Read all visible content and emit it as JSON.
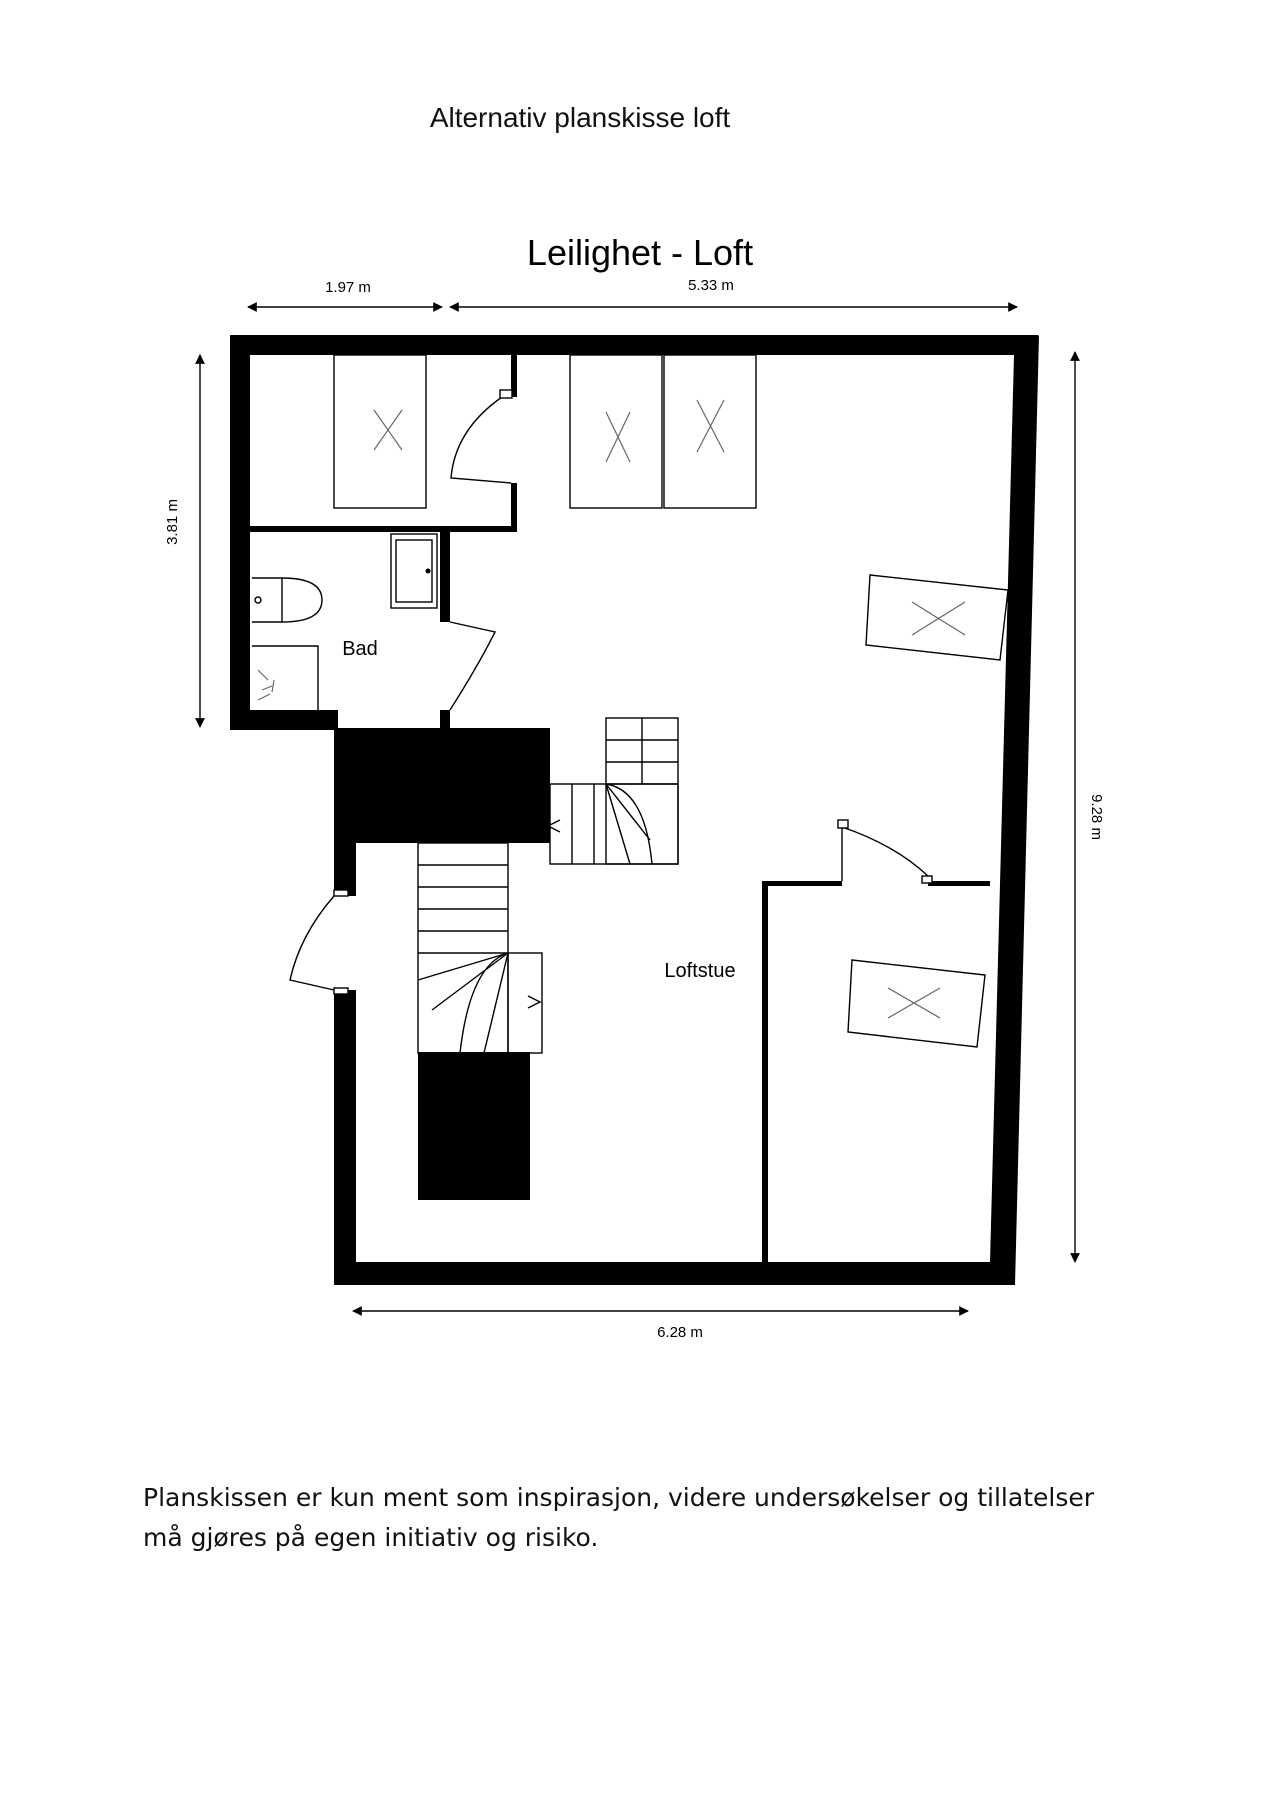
{
  "heading": "Alternativ planskisse loft",
  "plan": {
    "title": "Leilighet - Loft",
    "dimensions": {
      "top_left": "1.97 m",
      "top_right": "5.33 m",
      "left": "3.81 m",
      "right": "9.28 m",
      "bottom": "6.28 m"
    },
    "rooms": {
      "bathroom": "Bad",
      "living": "Loftstue"
    }
  },
  "disclaimer": {
    "line1": "Planskissen er kun ment som inspirasjon, videre undersøkelser og tillatelser",
    "line2": "må gjøres på egen initiativ og risiko."
  }
}
